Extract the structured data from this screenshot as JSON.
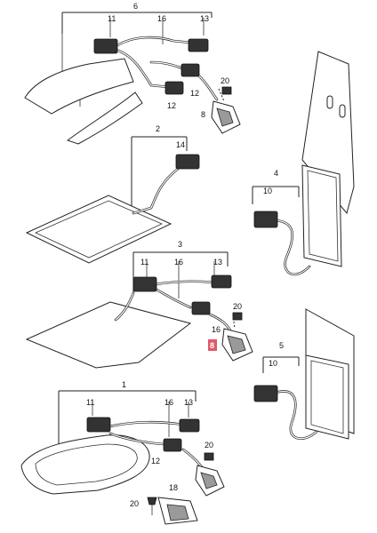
{
  "groups": {
    "g6": {
      "number": "6",
      "sub": [
        "11",
        "16",
        "13",
        "12",
        "12",
        "20",
        "8"
      ]
    },
    "g2": {
      "number": "2",
      "sub": [
        "14"
      ]
    },
    "g4": {
      "number": "4",
      "sub": [
        "10"
      ]
    },
    "g3": {
      "number": "3",
      "sub": [
        "11",
        "16",
        "13",
        "16",
        "20",
        "8"
      ]
    },
    "g5": {
      "number": "5",
      "sub": [
        "10"
      ]
    },
    "g1": {
      "number": "1",
      "sub": [
        "11",
        "16",
        "13",
        "12",
        "20",
        "18",
        "20"
      ]
    }
  },
  "highlight": {
    "label": "8",
    "color": "#e05a6a"
  }
}
